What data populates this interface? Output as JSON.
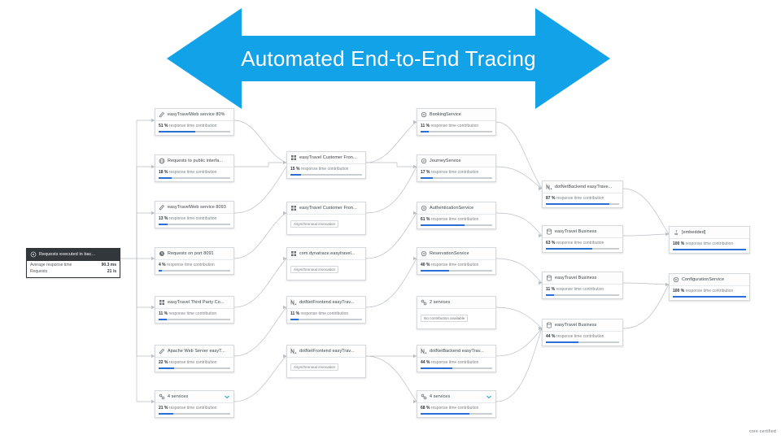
{
  "banner": {
    "title": "Automated End-to-End Tracing",
    "fill_color": "#12A2E8",
    "text_color": "#FFFFFF",
    "shape": "double-headed-arrow"
  },
  "watermark": {
    "text": "core certified"
  },
  "graph": {
    "type": "service-flow",
    "accent_color": "#2B6FD4",
    "bar_track_color": "#C9CED2",
    "root": {
      "name": "root-node",
      "icon": "service-icon",
      "title": "Requests executed in bac...",
      "rows": [
        {
          "key": "Average response time",
          "value": "90.3 ms"
        },
        {
          "key": "Requests",
          "value": "21 /s"
        }
      ]
    },
    "nodes": [
      {
        "id": "n-easytravelweb-80",
        "column": 1,
        "icon": "web-request-icon",
        "title": "easyTravelWeb service 80%",
        "metric_value": "51 %",
        "metric_label": "response time contribution",
        "bar_percent": 51
      },
      {
        "id": "n-requests-public-iface",
        "column": 1,
        "icon": "globe-icon",
        "title": "Requests to public interfa...",
        "metric_value": "18 %",
        "metric_label": "response time contribution",
        "bar_percent": 18
      },
      {
        "id": "n-easytravelweb-8093",
        "column": 1,
        "icon": "web-request-icon",
        "title": "easyTravelWeb service 8093",
        "metric_value": "13 %",
        "metric_label": "response time contribution",
        "bar_percent": 13
      },
      {
        "id": "n-requests-port-8091",
        "column": 1,
        "icon": "port-icon",
        "title": "Requests on port 8091",
        "metric_value": "4 %",
        "metric_label": "response time contribution",
        "bar_percent": 4
      },
      {
        "id": "n-easytravel-third-party",
        "column": 1,
        "icon": "process-icon",
        "title": "easyTravel Third Party Co...",
        "metric_value": "11 %",
        "metric_label": "response time contribution",
        "bar_percent": 11
      },
      {
        "id": "n-apache-web-server",
        "column": 1,
        "icon": "web-request-icon",
        "title": "Apache Web Server easyT...",
        "metric_value": "22 %",
        "metric_label": "response time contribution",
        "bar_percent": 22
      },
      {
        "id": "n-group-4-services-left",
        "column": 1,
        "icon": "services-group-icon",
        "title": "4 services",
        "chevron": "chevron-down-icon",
        "metric_value": "21 %",
        "metric_label": "response time contribution",
        "bar_percent": 21
      },
      {
        "id": "n-easytravel-customer-front-1",
        "column": 2,
        "icon": "process-icon",
        "title": "easyTravel Customer Fron...",
        "metric_value": "15 %",
        "metric_label": "response time contribution",
        "bar_percent": 15
      },
      {
        "id": "n-easytravel-customer-front-2",
        "column": 2,
        "icon": "process-icon",
        "title": "easyTravel Customer Fron...",
        "tag": "Asynchronous invocation"
      },
      {
        "id": "n-com-dynatrace-easytravel",
        "column": 2,
        "icon": "process-icon",
        "title": "com.dynatrace.easytravel...",
        "tag": "Asynchronous invocation"
      },
      {
        "id": "n-dotnetfrontend-easytravel-1",
        "column": 2,
        "icon": "dotnet-icon",
        "title": "dotNetFrontend easyTrav...",
        "metric_value": "11 %",
        "metric_label": "response time contribution",
        "bar_percent": 11
      },
      {
        "id": "n-dotnetfrontend-easytravel-2",
        "column": 2,
        "icon": "dotnet-icon",
        "title": "dotNetFrontend easyTrav...",
        "tag": "Asynchronous invocation"
      },
      {
        "id": "n-booking-service",
        "column": 3,
        "icon": "service-icon",
        "title": "BookingService",
        "metric_value": "11 %",
        "metric_label": "response time contribution",
        "bar_percent": 11
      },
      {
        "id": "n-journey-service",
        "column": 3,
        "icon": "service-icon",
        "title": "JourneyService",
        "metric_value": "17 %",
        "metric_label": "response time contribution",
        "bar_percent": 17
      },
      {
        "id": "n-authentication-service",
        "column": 3,
        "icon": "service-icon",
        "title": "AuthenticationService",
        "metric_value": "61 %",
        "metric_label": "response time contribution",
        "bar_percent": 61
      },
      {
        "id": "n-reservation-service",
        "column": 3,
        "icon": "service-icon",
        "title": "ReservationService",
        "metric_value": "40 %",
        "metric_label": "response time contribution",
        "bar_percent": 40
      },
      {
        "id": "n-group-services-col3",
        "column": 3,
        "icon": "services-group-icon",
        "title": "2 services",
        "tag": "No contribution available"
      },
      {
        "id": "n-dotnetbackend-easytravel-col3",
        "column": 3,
        "icon": "dotnet-icon",
        "title": "dotNetBackend easyTrav...",
        "metric_value": "44 %",
        "metric_label": "response time contribution",
        "bar_percent": 44
      },
      {
        "id": "n-group-4-services-bottom",
        "column": 3,
        "icon": "services-group-icon",
        "title": "4 services",
        "chevron": "chevron-down-icon",
        "metric_value": "68 %",
        "metric_label": "response time contribution",
        "bar_percent": 68
      },
      {
        "id": "n-dotnetbackend-easytravel-col4",
        "column": 4,
        "icon": "dotnet-icon",
        "title": "dotNetBackend easyTrave...",
        "metric_value": "87 %",
        "metric_label": "response time contribution",
        "bar_percent": 87
      },
      {
        "id": "n-easytravel-business-1",
        "column": 4,
        "icon": "database-icon",
        "title": "easyTravel Business",
        "metric_value": "63 %",
        "metric_label": "response time contribution",
        "bar_percent": 63
      },
      {
        "id": "n-easytravel-business-2",
        "column": 4,
        "icon": "database-icon",
        "title": "easyTravel Business",
        "metric_value": "11 %",
        "metric_label": "response time contribution",
        "bar_percent": 11
      },
      {
        "id": "n-easytravel-business-3",
        "column": 4,
        "icon": "database-icon",
        "title": "easyTravel Business",
        "metric_value": "44 %",
        "metric_label": "response time contribution",
        "bar_percent": 44
      },
      {
        "id": "n-embedded",
        "column": 5,
        "icon": "java-icon",
        "title": "[embedded]",
        "metric_value": "100 %",
        "metric_label": "response time contribution",
        "bar_percent": 100
      },
      {
        "id": "n-configuration-service",
        "column": 5,
        "icon": "service-icon",
        "title": "ConfigurationService",
        "metric_value": "100 %",
        "metric_label": "response time contribution",
        "bar_percent": 100
      }
    ]
  }
}
